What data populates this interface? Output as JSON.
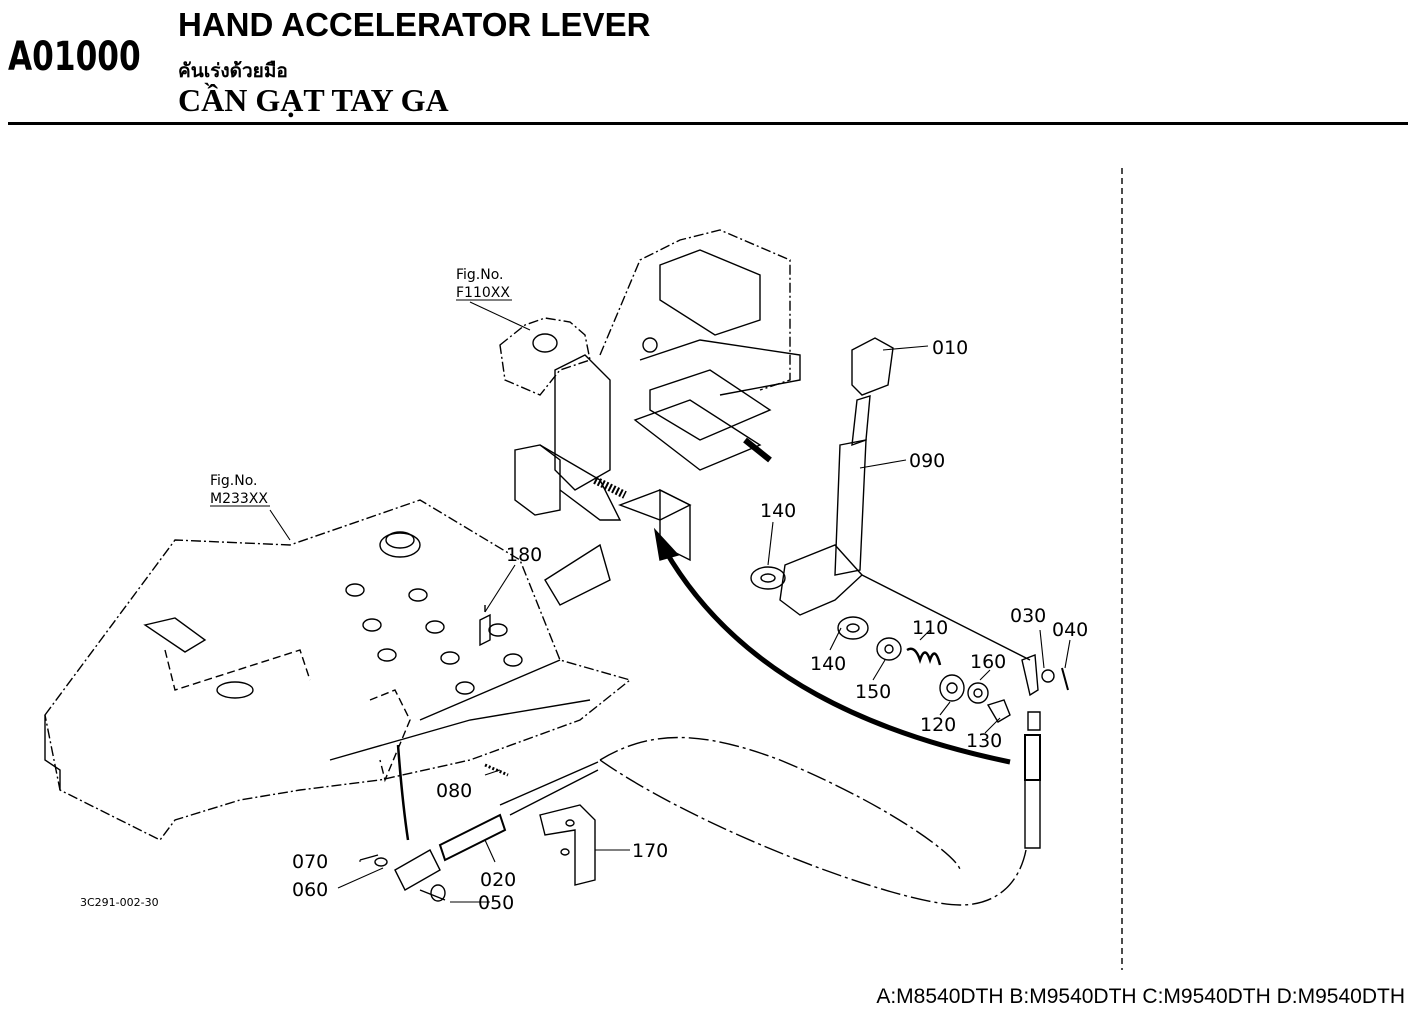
{
  "header": {
    "code": "A01000",
    "title_en": "HAND ACCELERATOR LEVER",
    "title_th": "คันเร่งด้วยมือ",
    "title_vi": "CẦN GẠT TAY GA"
  },
  "figure": {
    "drawing_id": "3C291-002-30",
    "ref_top": {
      "label": "Fig.No.",
      "code": "F110XX"
    },
    "ref_left": {
      "label": "Fig.No.",
      "code": "M233XX"
    }
  },
  "parts": [
    "010",
    "090",
    "140",
    "140",
    "150",
    "110",
    "120",
    "160",
    "130",
    "030",
    "040",
    "180",
    "080",
    "070",
    "060",
    "020",
    "050",
    "170"
  ],
  "footer": {
    "models": "A:M8540DTH B:M9540DTH C:M9540DTH D:M9540DTH"
  }
}
